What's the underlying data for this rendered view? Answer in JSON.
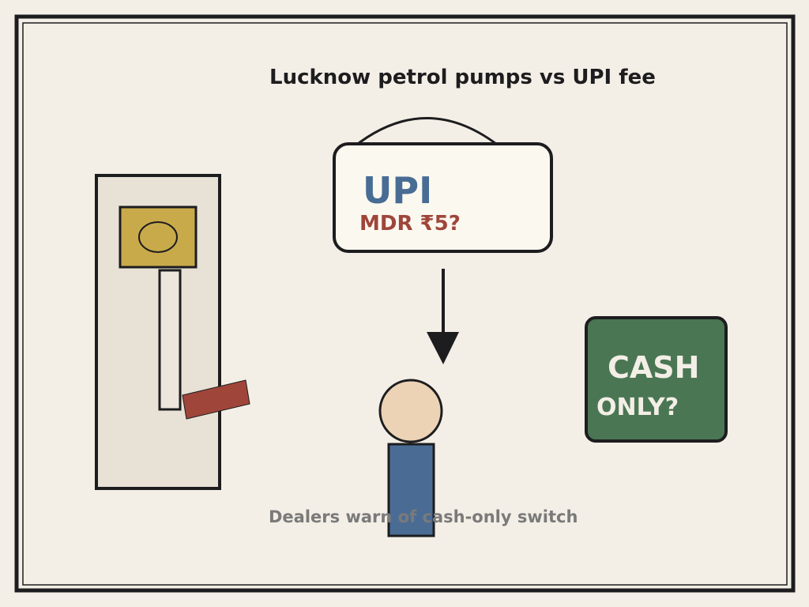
{
  "title": "Lucknow petrol pumps vs UPI fee",
  "upi_sign": {
    "label": "UPI",
    "fee_text": "MDR ₹5?"
  },
  "cash_sign": {
    "line1": "CASH",
    "line2": "ONLY?"
  },
  "caption": "Dealers warn of cash-only switch",
  "colors": {
    "background": "#f3efe6",
    "ink": "#1d1d1f",
    "pump_body": "#e8e1d5",
    "pump_display": "#c9aa4a",
    "nozzle": "#a0453a",
    "sign_fill": "#fbf8f0",
    "upi_blue": "#486c94",
    "fee_red": "#a0453a",
    "cash_green": "#4a7654",
    "cash_text": "#f3efe6",
    "person_head": "#ecd3b5",
    "person_body": "#4a6c94",
    "caption_gray": "#7a7a7a"
  }
}
